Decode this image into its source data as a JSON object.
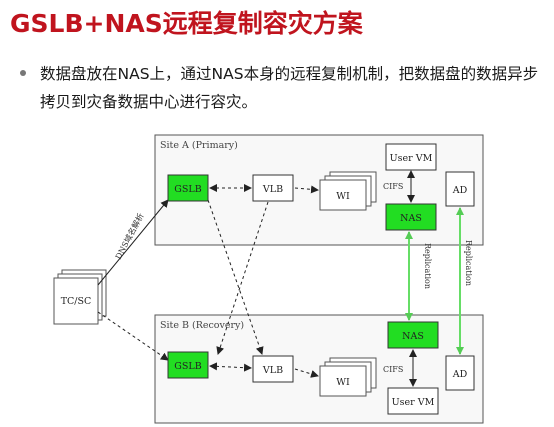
{
  "title": "GSLB+NAS远程复制容灾方案",
  "bullet": "数据盘放在NAS上，通过NAS本身的远程复制机制，把数据盘的数据异步拷贝到灾备数据中心进行容灾。",
  "diagram": {
    "site_a": "Site A (Primary)",
    "site_b": "Site B (Recovery)",
    "tcsc": "TC/SC",
    "dns": "DNS域名解析",
    "gslb": "GSLB",
    "vlb": "VLB",
    "wi": "WI",
    "user_vm": "User VM",
    "cifs": "CIFS",
    "nas": "NAS",
    "ad": "AD",
    "replication": "Replication"
  },
  "colors": {
    "title": "#c0141e",
    "green_box": "#22dd22",
    "replication_line": "#66dd66"
  }
}
